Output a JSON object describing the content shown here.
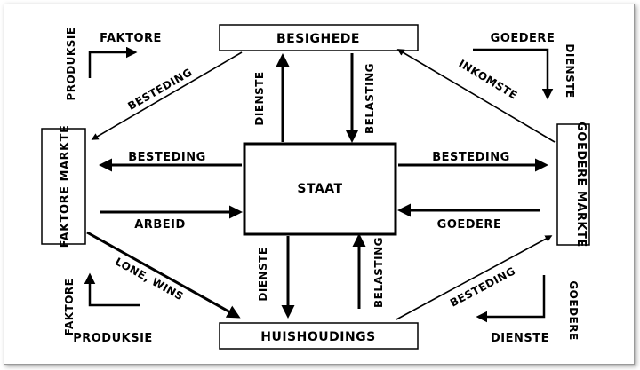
{
  "diagram": {
    "boxes": {
      "top": "BESIGHEDE",
      "bottom": "HUISHOUDINGS",
      "left": "FAKTORE MARKTE",
      "right": "GOEDERE MARKTE",
      "center": "STAAT"
    },
    "arrows": {
      "besighede_staat_dienste": "DIENSTE",
      "besighede_staat_belasting": "BELASTING",
      "staat_faktore_besteding": "BESTEDING",
      "faktore_staat_arbeid": "ARBEID",
      "staat_goedere_besteding": "BESTEDING",
      "goedere_staat_goedere": "GOEDERE",
      "staat_huis_dienste": "DIENSTE",
      "huis_staat_belasting": "BELASTING",
      "besighede_faktore_besteding": "BESTEDING",
      "goedere_besighede_inkomste": "INKOMSTE",
      "faktore_huis_lone_wins": "LONE, WINS",
      "huis_goedere_besteding": "BESTEDING"
    },
    "corners": {
      "top_left_vertical": "PRODUKSIE",
      "top_left_horizontal": "FAKTORE",
      "top_right_horizontal": "GOEDERE",
      "top_right_vertical": "DIENSTE",
      "bottom_left_vertical": "FAKTORE",
      "bottom_left_horizontal": "PRODUKSIE",
      "bottom_right_horizontal": "DIENSTE",
      "bottom_right_vertical": "GOEDERE"
    }
  }
}
